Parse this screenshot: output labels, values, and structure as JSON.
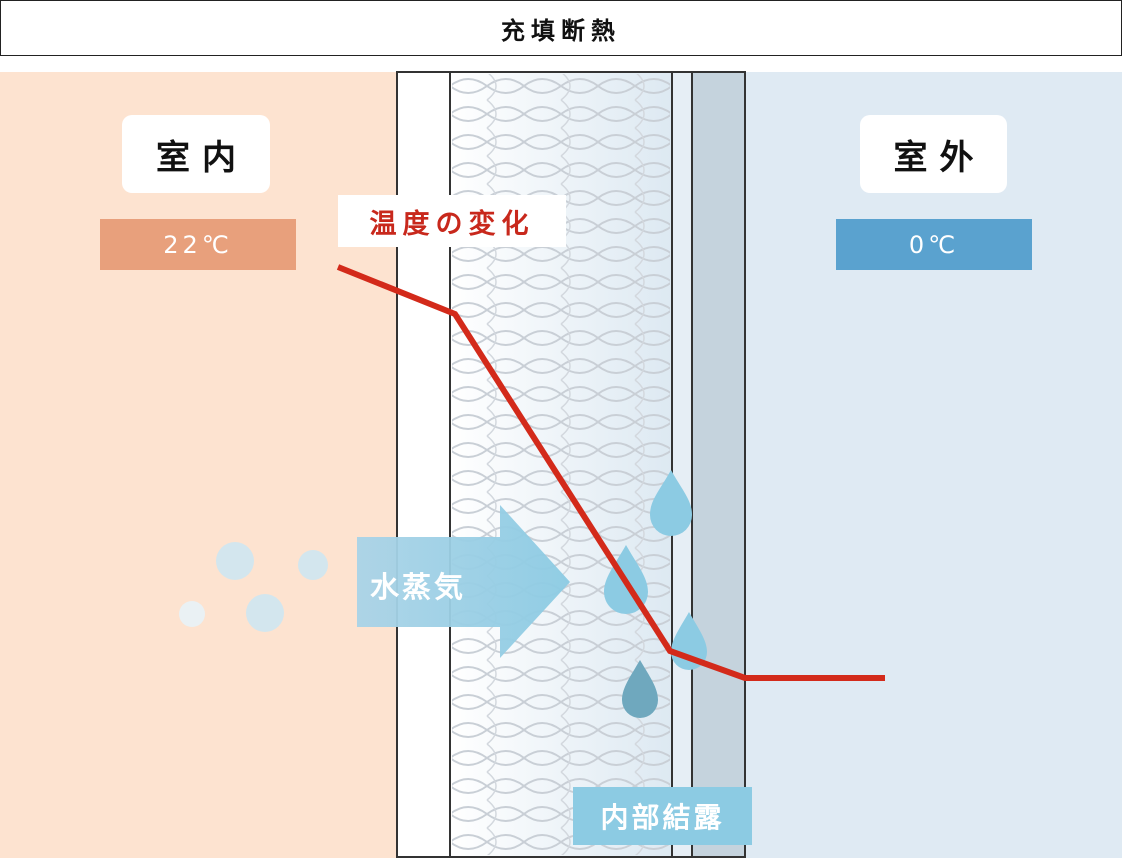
{
  "title": "充填断熱",
  "indoor": {
    "label": "室内",
    "temperature": "22℃",
    "color": "#e8a07c",
    "bg": "#fde3d0"
  },
  "outdoor": {
    "label": "室外",
    "temperature": "0℃",
    "color": "#5aa2cf",
    "bg": "#dfeaf3"
  },
  "temperature_change_label": "温度の変化",
  "temperature_line_color": "#d32a1a",
  "vapor_label": "水蒸気",
  "condensation_label": "内部結露",
  "droplet_color": "#7bbad6",
  "icons": [
    "water-vapor-bubble-icon",
    "water-droplet-icon",
    "vapor-arrow-icon"
  ]
}
